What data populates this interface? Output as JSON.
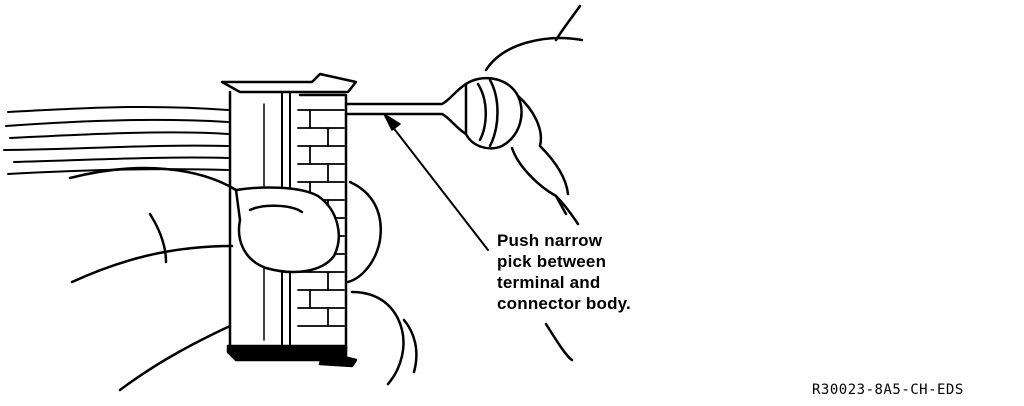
{
  "callout": {
    "lines": [
      "Push narrow",
      "pick between",
      "terminal and",
      "connector body."
    ]
  },
  "figure_code": "R30023-8A5-CH-EDS",
  "colors": {
    "ink": "#000000",
    "paper": "#ffffff"
  }
}
